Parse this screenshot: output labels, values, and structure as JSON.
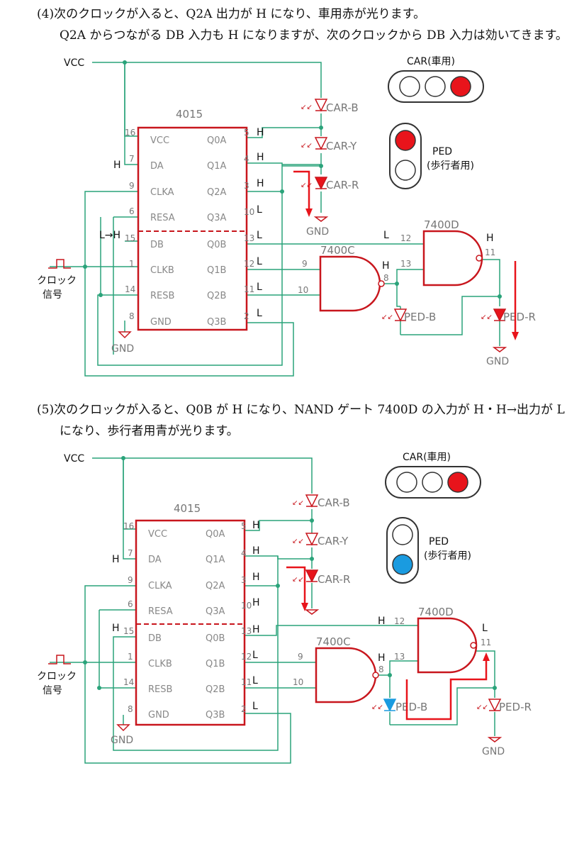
{
  "section4": {
    "para_line1": "(4)次のクロックが入ると、Q2A 出力が H になり、車用赤が光ります。",
    "para_line2": "Q2A からつながる DB 入力も H になりますが、次のクロックから DB 入力は効いてきます。",
    "vcc": "VCC",
    "ic_name": "4015",
    "gnd_ic": "GND",
    "gnd_car": "GND",
    "gnd_ped": "GND",
    "clock_label_1": "クロック",
    "clock_label_2": "信号",
    "da_level": "H",
    "db_level": "L→H",
    "pins_left": [
      {
        "num": "16",
        "name": "VCC"
      },
      {
        "num": "7",
        "name": "DA"
      },
      {
        "num": "9",
        "name": "CLKA"
      },
      {
        "num": "6",
        "name": "RESA"
      },
      {
        "num": "15",
        "name": "DB"
      },
      {
        "num": "1",
        "name": "CLKB"
      },
      {
        "num": "14",
        "name": "RESB"
      },
      {
        "num": "8",
        "name": "GND"
      }
    ],
    "pins_right": [
      {
        "num": "5",
        "name": "Q0A",
        "level": "H"
      },
      {
        "num": "4",
        "name": "Q1A",
        "level": "H"
      },
      {
        "num": "3",
        "name": "Q2A",
        "level": "H"
      },
      {
        "num": "10",
        "name": "Q3A",
        "level": "L"
      },
      {
        "num": "13",
        "name": "Q0B",
        "level": "L"
      },
      {
        "num": "12",
        "name": "Q1B",
        "level": "L"
      },
      {
        "num": "11",
        "name": "Q2B",
        "level": "L"
      },
      {
        "num": "2",
        "name": "Q3B",
        "level": "L"
      }
    ],
    "leds": [
      "CAR-B",
      "CAR-Y",
      "CAR-R",
      "PED-B",
      "PED-R"
    ],
    "gate_c": {
      "name": "7400C",
      "in1": "9",
      "in2": "10",
      "out": "8",
      "out_level": "H"
    },
    "gate_d": {
      "name": "7400D",
      "in1": "12",
      "in2": "13",
      "out": "11",
      "in1_level": "L",
      "out_level": "H"
    },
    "car_signal_title": "CAR(車用)",
    "ped_signal_title": "PED",
    "ped_signal_sub": "(歩行者用)"
  },
  "section5": {
    "para_line1": "(5)次のクロックが入ると、Q0B が H になり、NAND ゲート 7400D の入力が H・H→出力が L",
    "para_line2": "になり、歩行者用青が光ります。",
    "vcc": "VCC",
    "ic_name": "4015",
    "gnd_ic": "GND",
    "gnd_ped": "GND",
    "clock_label_1": "クロック",
    "clock_label_2": "信号",
    "da_level": "H",
    "db_level": "H",
    "pins_left": [
      {
        "num": "16",
        "name": "VCC"
      },
      {
        "num": "7",
        "name": "DA"
      },
      {
        "num": "9",
        "name": "CLKA"
      },
      {
        "num": "6",
        "name": "RESA"
      },
      {
        "num": "15",
        "name": "DB"
      },
      {
        "num": "1",
        "name": "CLKB"
      },
      {
        "num": "14",
        "name": "RESB"
      },
      {
        "num": "8",
        "name": "GND"
      }
    ],
    "pins_right": [
      {
        "num": "5",
        "name": "Q0A",
        "level": "H"
      },
      {
        "num": "4",
        "name": "Q1A",
        "level": "H"
      },
      {
        "num": "3",
        "name": "Q2A",
        "level": "H"
      },
      {
        "num": "10",
        "name": "Q3A",
        "level": "H"
      },
      {
        "num": "13",
        "name": "Q0B",
        "level": "H"
      },
      {
        "num": "12",
        "name": "Q1B",
        "level": "L"
      },
      {
        "num": "11",
        "name": "Q2B",
        "level": "L"
      },
      {
        "num": "2",
        "name": "Q3B",
        "level": "L"
      }
    ],
    "leds": [
      "CAR-B",
      "CAR-Y",
      "CAR-R",
      "PED-B",
      "PED-R"
    ],
    "gate_c": {
      "name": "7400C",
      "in1": "9",
      "in2": "10",
      "out": "8",
      "out_level": "H"
    },
    "gate_d": {
      "name": "7400D",
      "in1": "12",
      "in2": "13",
      "out": "11",
      "in1_level": "H",
      "out_level": "L"
    },
    "car_signal_title": "CAR(車用)",
    "ped_signal_title": "PED",
    "ped_signal_sub": "(歩行者用)"
  },
  "colors": {
    "wire": "#2aa37a",
    "ic": "#c8161d",
    "led_red": "#e8141b",
    "led_blue": "#1a9be0",
    "lamp_off": "#ffffff"
  }
}
